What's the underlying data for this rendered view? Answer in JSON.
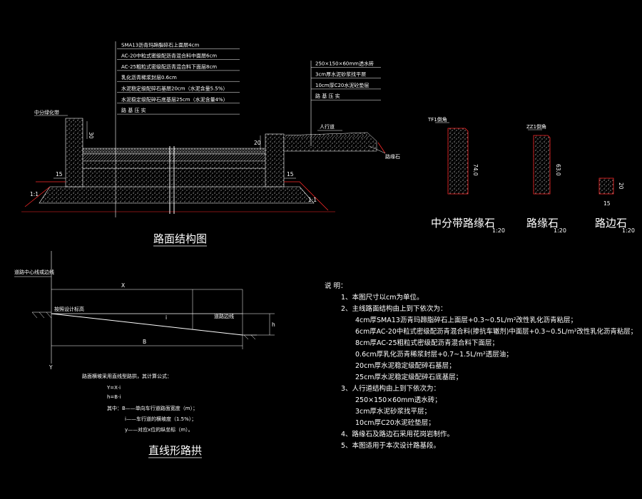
{
  "layers": [
    "SMA13沥青玛蹄脂碎石上面层4cm",
    "AC-20中粒式密级配沥青混合料中面层6cm",
    "AC-25粗粒式密级配沥青混合料下面层8cm",
    "乳化沥青稀浆封层0.6cm",
    "水泥稳定级配碎石基层20cm（水泥含量5.5%）",
    "水泥稳定级配碎石底基层25cm（水泥含量4%）",
    "路 基 压 实"
  ],
  "sidewalk_layers": [
    "250×150×60mm透水砖",
    "3cm厚水泥砂浆找平层",
    "10cm厚C20水泥砼垫层",
    "路 基 压 实"
  ],
  "section": {
    "median_label": "中分绿化带",
    "sidewalk_label": "人行道",
    "curb_label": "路缘石",
    "dim_median_h": "30",
    "dim_curb_h": "20",
    "dim_left_15": "15",
    "dim_right_15": "15",
    "slope_left": "1:1",
    "slope_right": "1:1",
    "title": "路面结构图"
  },
  "stones": {
    "s1_tag": "TF1倒角",
    "s1_dim": "74.0",
    "s1_title": "中分带路缘石",
    "s2_tag": "ZZ1倒角",
    "s2_dim": "63.0",
    "s2_title": "路缘石",
    "s3_dim_w": "15",
    "s3_dim_h": "20",
    "s3_title": "路边石",
    "scale": "1:20"
  },
  "crown": {
    "center_label": "道路中心线或边线",
    "design_label": "按照设计标高",
    "edge_label": "道路边线",
    "x_label": "X",
    "b_label": "B",
    "i_label": "i",
    "h_label": "h",
    "y_label": "Y",
    "formula_intro": "路面横坡采用直线型路拱，其计算公式：",
    "formula_y": "Y=X·i",
    "formula_h": "h=B·i",
    "where_b": "其中：B——单向车行道路面宽度（m）；",
    "where_i": "i——车行道的横坡度（1.5%）；",
    "where_y": "y——对应x位的纵坐标（m）。",
    "title": "直线形路拱"
  },
  "notes": {
    "header": "说  明：",
    "n1": "1、本图尺寸以cm为单位。",
    "n2": "2、主线路面结构由上到下依次为：",
    "n2a": "4cm厚SMA13沥青玛蹄脂碎石上面层+0.3~0.5L/m²改性乳化沥青粘层；",
    "n2b": "6cm厚AC-20中粒式密级配沥青混合料(掺抗车辙剂)中面层+0.3~0.5L/m²改性乳化沥青粘层；",
    "n2c": "8cm厚AC-25粗粒式密级配沥青混合料下面层；",
    "n2d": "0.6cm厚乳化沥青稀浆封层+0.7~1.5L/m²透层油；",
    "n2e": "20cm厚水泥稳定级配碎石基层；",
    "n2f": "25cm厚水泥稳定级配碎石底基层；",
    "n3": "3、人行道结构由上到下依次为：",
    "n3a": "250×150×60mm透水砖；",
    "n3b": "3cm厚水泥砂浆找平层；",
    "n3c": "10cm厚C20水泥砼垫层；",
    "n4": "4、路缘石及路边石采用花岗岩制作。",
    "n5": "5、本图适用于本次设计路基段。"
  },
  "colors": {
    "background": "#000000",
    "lines": "#ffffff",
    "accent": "#ff2a2a"
  }
}
